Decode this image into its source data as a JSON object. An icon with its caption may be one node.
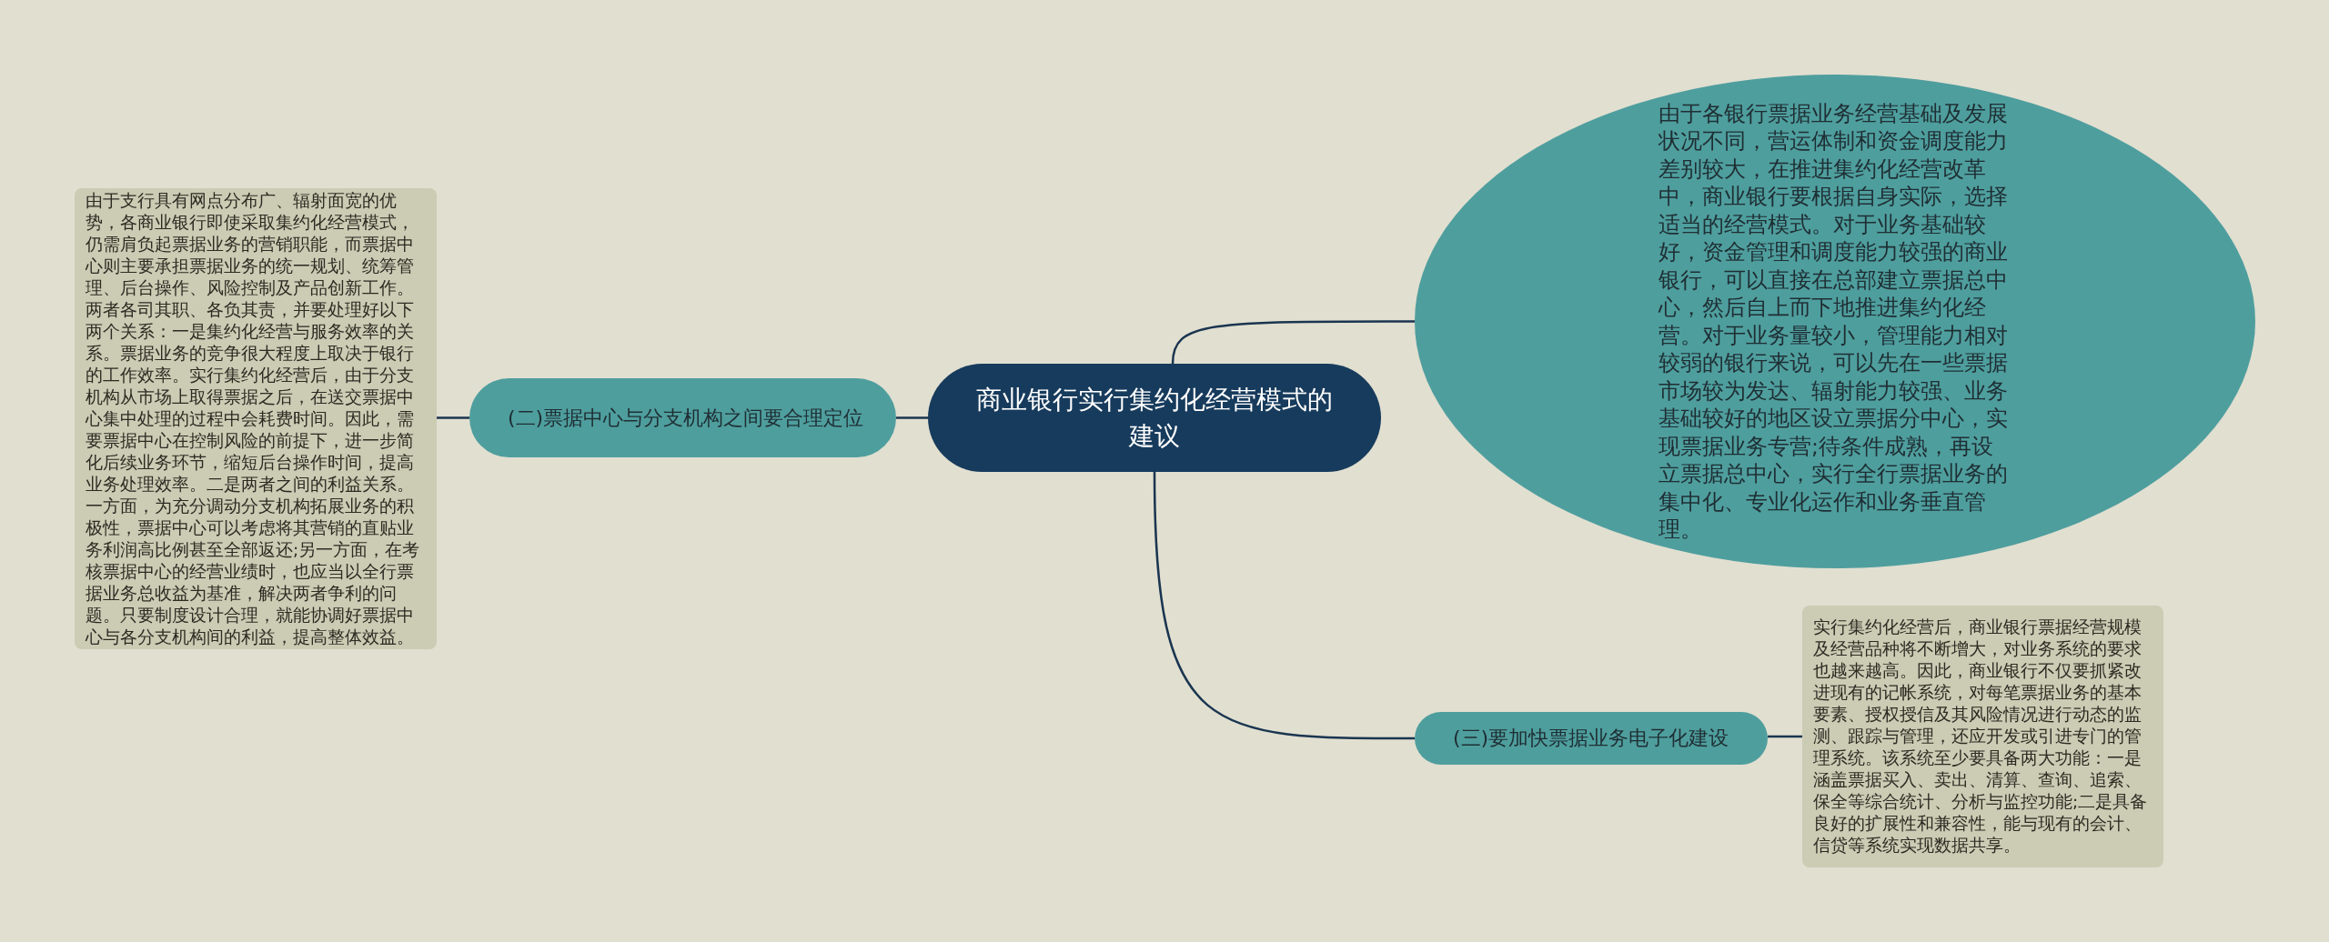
{
  "diagram": {
    "nodes": [
      {
        "text": [
          "商业银行实行集约化经营模式的建议"
        ]
      },
      {
        "text": [
          "(二)票据中心与分支机构之间要合理定位"
        ]
      },
      {
        "text": [
          "由于支行具有网点分布广、辐射面宽的优势，各商业银行即使采取集约化经营模式，仍需肩负起票据业务的营销职能，而票据中心则主要承担票据业务的统一规划、统筹管理、后台操作、风险控制及产品创新工作。两者各司其职、各负其责，并要处理好以下两个关系：一是集约化经营与服务效率的关系。票据业务的竞争很大程度上取决于银行的工作效率。实行集约化经营后，由于分支机构从市场上取得票据之后，在送交票据中心集中处理的过程中会耗费时间。因此，需要票据中心在控制风险的前提下，进一步简化后续业务环节，缩短后台操作时间，提高业务处理效率。二是两者之间的利益关系。一方面，为充分调动分支机构拓展业务的积极性，票据中心可以考虑将其营销的直贴业务利润高比例甚至全部返还;另一方面，在考核票据中心的经营业绩时，也应当以全行票据业务总收益为基准，解决两者争利的问题。只要制度设计合理，就能协调好票据中心与各分支机构间的利益，提高整体效益。"
        ]
      },
      {
        "text": [
          "由于各银行票据业务经营基础及发展状况不同，营运体制和资金调度能力差别较大，在推进集约化经营改革中，商业银行要根据自身实际，选择适当的经营模式。对于业务基础较好，资金管理和调度能力较强的商业银行，可以直接在总部建立票据总中心，然后自上而下地推进集约化经营。对于业务量较小，管理能力相对较弱的银行来说，可以先在一些票据市场较为发达、辐射能力较强、业务基础较好的地区设立票据分中心，实现票据业务专营;待条件成熟，再设立票据总中心，实行全行票据业务的集中化、专业化运作和业务垂直管理。"
        ]
      },
      {
        "text": [
          "(三)要加快票据业务电子化建设"
        ]
      },
      {
        "text": [
          "实行集约化经营后，商业银行票据经营规模及经营品种将不断增大，对业务系统的要求也越来越高。因此，商业银行不仅要抓紧改进现有的记帐系统，对每笔票据业务的基本要素、授权授信及其风险情况进行动态的监测、跟踪与管理，还应开发或引进专门的管理系统。该系统至少要具备两大功能：一是涵盖票据买入、卖出、清算、查询、追索、保全等综合统计、分析与监控功能;二是具备良好的扩展性和兼容性，能与现有的会计、信贷等系统实现数据共享。"
        ]
      }
    ],
    "edges": [
      {
        "from": 0,
        "to": 3,
        "arrow": "none"
      },
      {
        "from": 0,
        "to": 1,
        "arrow": "none"
      },
      {
        "from": 1,
        "to": 2,
        "arrow": "none"
      },
      {
        "from": 0,
        "to": 4,
        "arrow": "none"
      },
      {
        "from": 4,
        "to": 5,
        "arrow": "none"
      }
    ]
  }
}
